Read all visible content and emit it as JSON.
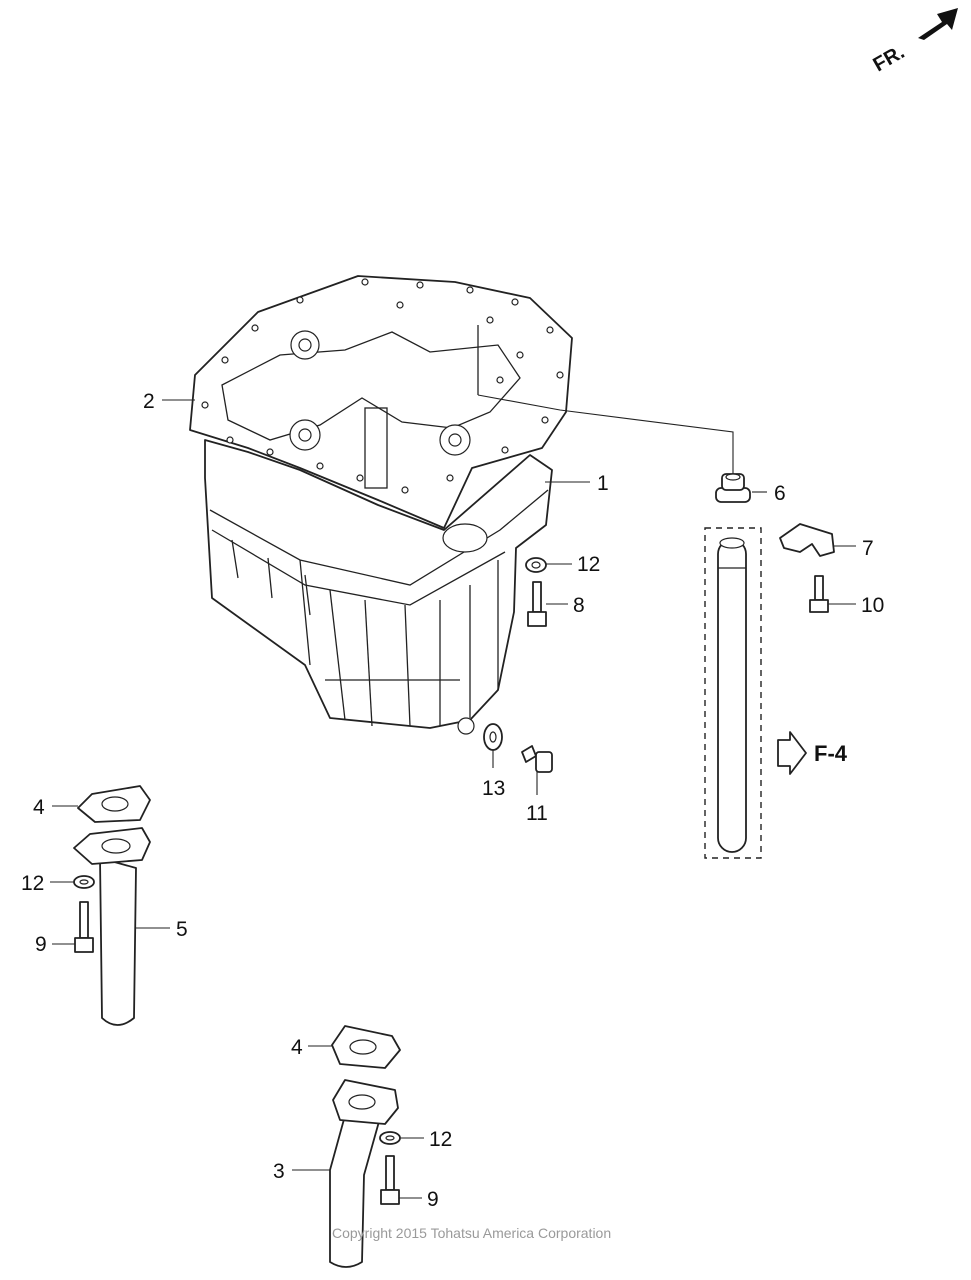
{
  "orientation": {
    "label": "FR."
  },
  "reference": {
    "label": "F-4"
  },
  "callouts": [
    {
      "num": "1"
    },
    {
      "num": "2"
    },
    {
      "num": "3"
    },
    {
      "num": "4"
    },
    {
      "num": "4"
    },
    {
      "num": "5"
    },
    {
      "num": "6"
    },
    {
      "num": "7"
    },
    {
      "num": "8"
    },
    {
      "num": "9"
    },
    {
      "num": "9"
    },
    {
      "num": "10"
    },
    {
      "num": "11"
    },
    {
      "num": "12"
    },
    {
      "num": "12"
    },
    {
      "num": "12"
    },
    {
      "num": "13"
    }
  ],
  "copyright": "Copyright 2015 Tohatsu America Corporation"
}
